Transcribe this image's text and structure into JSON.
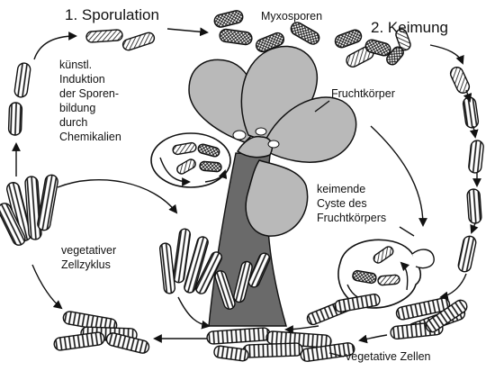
{
  "labels": {
    "step1": "1. Sporulation",
    "step2": "2. Keimung",
    "myxosporen": "Myxosporen",
    "fruchtkoerper": "Fruchtkörper",
    "induktion": [
      "künstl.",
      "Induktion",
      "der Sporen-",
      "bildung",
      "durch",
      "Chemikalien"
    ],
    "keimende_cyste": [
      "keimende",
      "Cyste des",
      "Fruchtkörpers"
    ],
    "vegetativer_zellzyklus": [
      "vegetativer",
      "Zellzyklus"
    ],
    "vegetative_zellen": "vegetative Zellen"
  },
  "colors": {
    "ink": "#111111",
    "fruiting_body": "#b9b9b9",
    "stalk": "#6a6a6a",
    "spore_fill": "#9a9a9a"
  }
}
